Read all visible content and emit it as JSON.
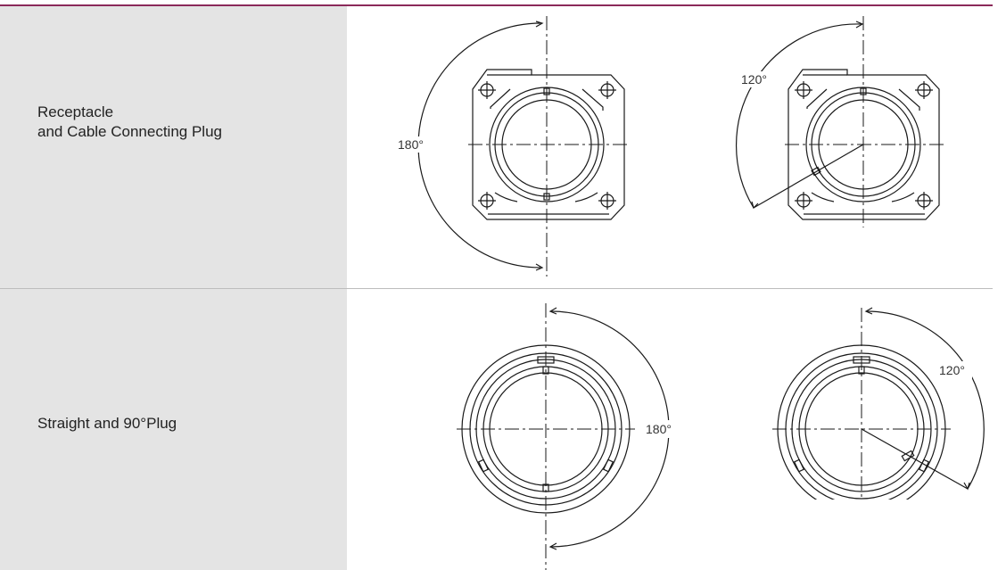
{
  "colors": {
    "accent": "#8b2a5a",
    "label_bg": "#e4e4e4",
    "separator": "#bdbdbd",
    "line": "#1a1a1a"
  },
  "rows": [
    {
      "label": "Receptacle\nand Cable Connecting Plug",
      "drawings": [
        {
          "angle_label": "180°"
        },
        {
          "angle_label": "120°"
        }
      ]
    },
    {
      "label": "Straight and 90°Plug",
      "drawings": [
        {
          "angle_label": "180°"
        },
        {
          "angle_label": "120°"
        }
      ]
    }
  ]
}
